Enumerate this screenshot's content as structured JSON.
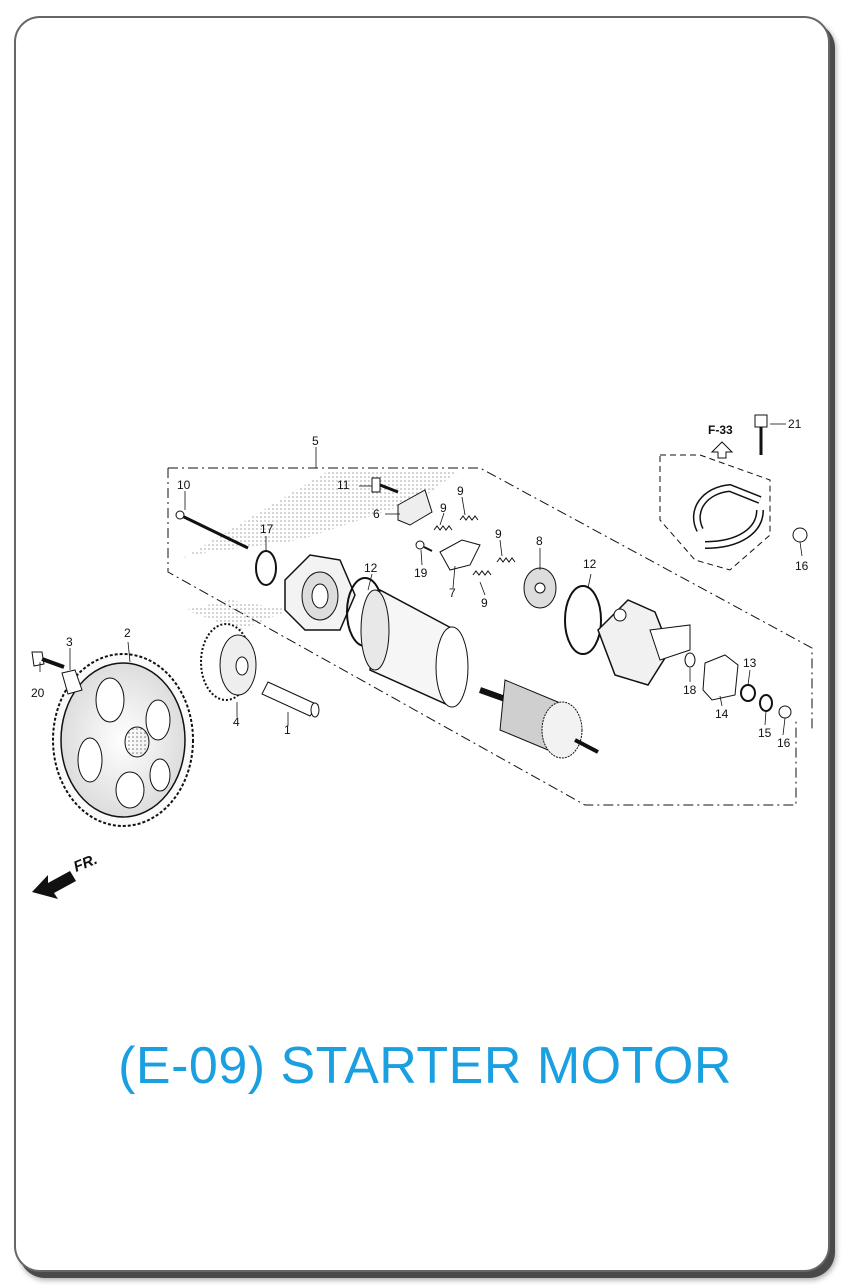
{
  "title": "(E-09) STARTER MOTOR",
  "ref_page": "F-33",
  "direction_label": "FR.",
  "part_numbers": {
    "p1": "1",
    "p2": "2",
    "p3": "3",
    "p4": "4",
    "p5": "5",
    "p6": "6",
    "p7": "7",
    "p8": "8",
    "p9a": "9",
    "p9b": "9",
    "p9c": "9",
    "p9d": "9",
    "p10": "10",
    "p11": "11",
    "p12a": "12",
    "p12b": "12",
    "p13": "13",
    "p14": "14",
    "p15": "15",
    "p16a": "16",
    "p16b": "16",
    "p17": "17",
    "p18": "18",
    "p19": "19",
    "p20": "20",
    "p21": "21"
  },
  "colors": {
    "title": "#1a9fe0",
    "line": "#111111",
    "frame": "#666666"
  }
}
